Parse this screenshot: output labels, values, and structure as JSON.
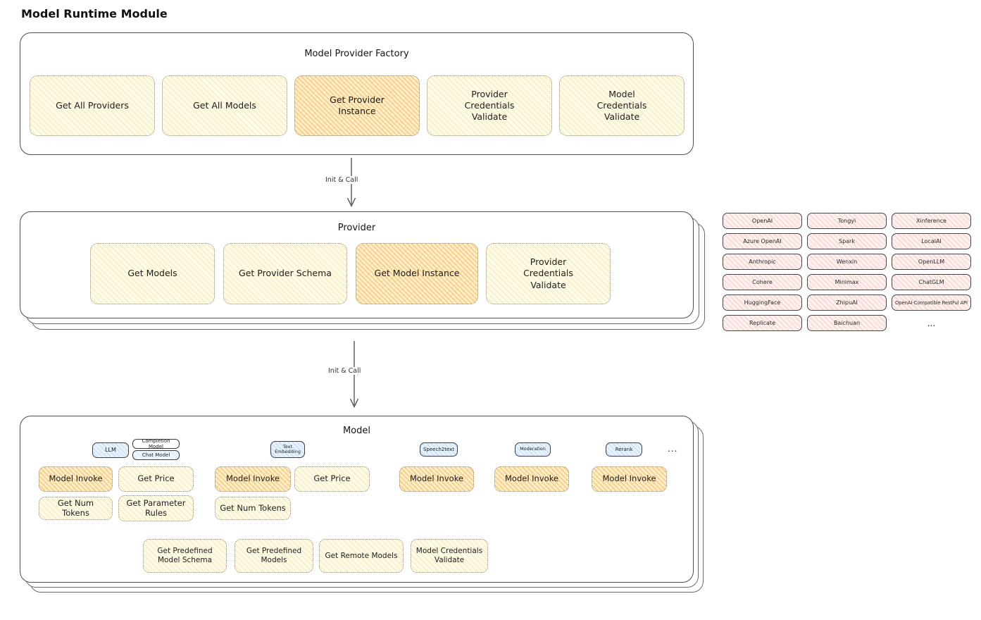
{
  "page_title": "Model Runtime Module",
  "colors": {
    "button_yellow": "#fdf6dd",
    "button_highlight_orange": "#f8dda4",
    "provider_pill_pink": "#fbe9e7",
    "tag_blue": "#dcecfb",
    "container_border": "#4f4f4f"
  },
  "factory": {
    "title": "Model Provider Factory",
    "buttons": [
      {
        "label": "Get All Providers",
        "highlighted": false
      },
      {
        "label": "Get All Models",
        "highlighted": false
      },
      {
        "label": "Get Provider Instance",
        "highlighted": true
      },
      {
        "label": "Provider Credentials Validate",
        "highlighted": false
      },
      {
        "label": "Model Credentials Validate",
        "highlighted": false
      }
    ]
  },
  "arrows": [
    {
      "label": "Init & Call"
    },
    {
      "label": "Init & Call"
    }
  ],
  "provider": {
    "title": "Provider",
    "buttons": [
      {
        "label": "Get Models",
        "highlighted": false
      },
      {
        "label": "Get Provider Schema",
        "highlighted": false
      },
      {
        "label": "Get Model Instance",
        "highlighted": true
      },
      {
        "label": "Provider Credentials Validate",
        "highlighted": false
      }
    ]
  },
  "provider_list": {
    "items": [
      "OpenAI",
      "Tongyi",
      "Xinference",
      "Azure OpenAI",
      "Spark",
      "LocalAI",
      "Anthropic",
      "Wenxin",
      "OpenLLM",
      "Cohere",
      "Minimax",
      "ChatGLM",
      "HuggingFace",
      "ZhipuAI",
      "OpenAI-Compatible RestFul API",
      "Replicate",
      "Baichuan"
    ],
    "ellipsis": "..."
  },
  "model": {
    "title": "Model",
    "groups": [
      {
        "tag": "LLM",
        "sub_tags": [
          "Completion Model",
          "Chat Model"
        ],
        "buttons": [
          "Model Invoke",
          "Get Price",
          "Get Num Tokens",
          "Get Parameter Rules"
        ]
      },
      {
        "tag": "Text Embedding",
        "buttons": [
          "Model Invoke",
          "Get Price",
          "Get Num Tokens"
        ]
      },
      {
        "tag": "Speech2text",
        "buttons": [
          "Model Invoke"
        ]
      },
      {
        "tag": "Moderation",
        "buttons": [
          "Model Invoke"
        ]
      },
      {
        "tag": "Rerank",
        "buttons": [
          "Model Invoke"
        ]
      }
    ],
    "tabs_ellipsis": "...",
    "shared_buttons": [
      "Get Predefined Model Schema",
      "Get Predefined Models",
      "Get Remote Models",
      "Model Credentials Validate"
    ]
  }
}
